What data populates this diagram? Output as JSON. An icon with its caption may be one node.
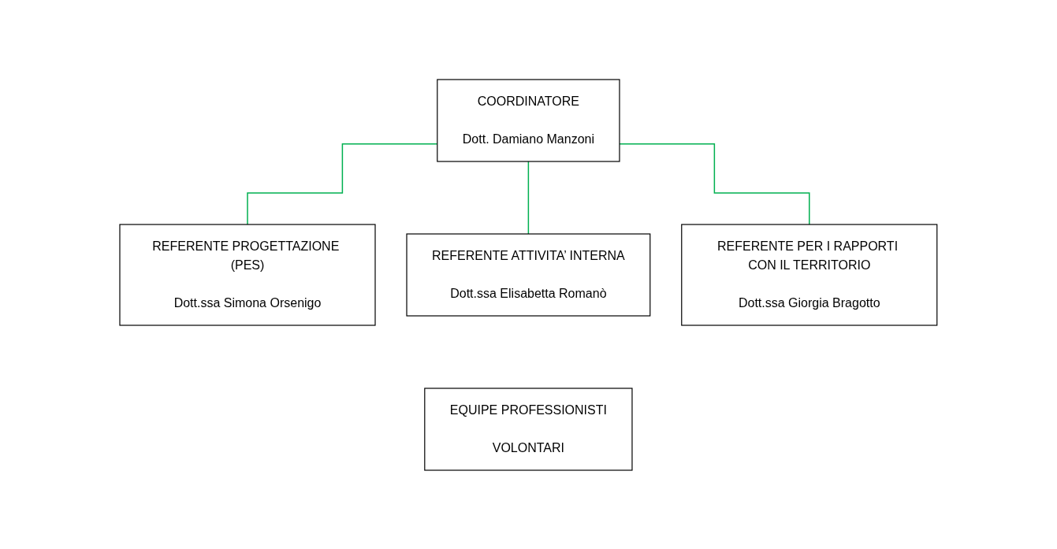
{
  "diagram": {
    "nodes": [
      {
        "text": [
          "COORDINATORE",
          "Dott. Damiano Manzoni"
        ]
      },
      {
        "text": [
          "REFERENTE PROGETTAZIONE (PES)",
          "Dott.ssa Simona Orsenigo"
        ]
      },
      {
        "text": [
          "REFERENTE ATTIVITA’ INTERNA",
          "Dott.ssa Elisabetta Romanò"
        ]
      },
      {
        "text": [
          "REFERENTE PER I RAPPORTI CON IL TERRITORIO",
          "Dott.ssa Giorgia Bragotto"
        ]
      },
      {
        "text": [
          "EQUIPE PROFESSIONISTI",
          "VOLONTARI"
        ]
      }
    ],
    "edges": [
      {
        "from": 0,
        "to": 1,
        "arrow": "none",
        "color": "#00b050"
      },
      {
        "from": 0,
        "to": 2,
        "arrow": "none",
        "color": "#00b050"
      },
      {
        "from": 0,
        "to": 3,
        "arrow": "none",
        "color": "#00b050"
      }
    ]
  }
}
